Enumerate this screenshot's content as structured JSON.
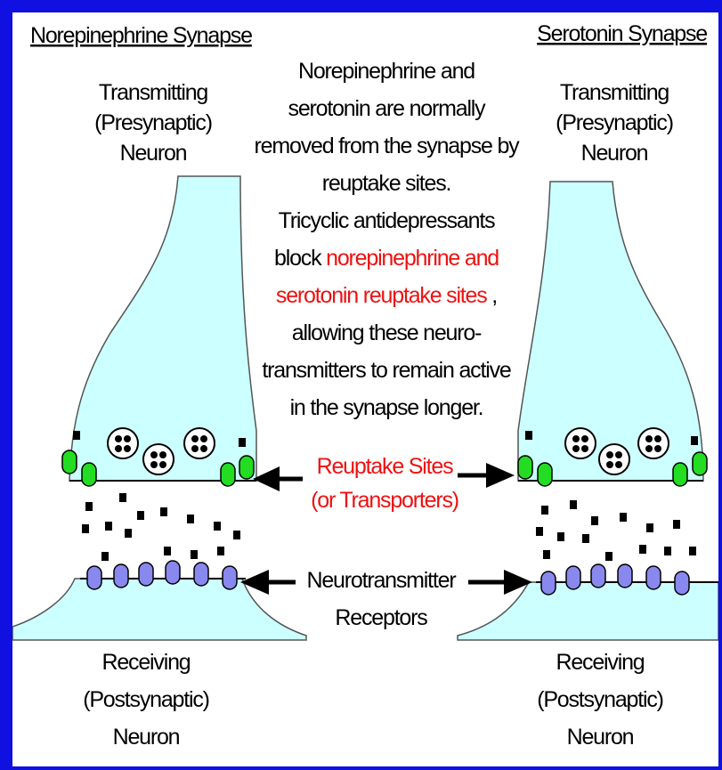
{
  "titles": {
    "left": "Norepinephrine Synapse",
    "right": "Serotonin Synapse"
  },
  "left_neuron": {
    "top_label": [
      "Transmitting",
      "(Presynaptic)",
      "Neuron"
    ],
    "bottom_label": [
      "Receiving",
      "(Postsynaptic)",
      "Neuron"
    ]
  },
  "right_neuron": {
    "top_label": [
      "Transmitting",
      "(Presynaptic)",
      "Neuron"
    ],
    "bottom_label": [
      "Receiving",
      "(Postsynaptic)",
      "Neuron"
    ]
  },
  "explanation": {
    "line1": "Norepinephrine and",
    "line2": "serotonin are normally",
    "line3": "removed from the synapse by",
    "line4": "reuptake sites.",
    "line5": "Tricyclic antidepressants",
    "line6_prefix": "block ",
    "line6_red": "norepinephrine and",
    "line7_red": "serotonin reuptake sites",
    "line7_suffix": " ,",
    "line8": "allowing these neuro-",
    "line9": "transmitters to remain active",
    "line10": "in the synapse longer."
  },
  "reuptake_label": [
    "Reuptake Sites",
    "(or Transporters)"
  ],
  "receptor_label": [
    "Neurotransmitter",
    "Receptors"
  ],
  "colors": {
    "frame": "#1010e0",
    "neuron_fill": "#ccffff",
    "reuptake_site": "#22dd22",
    "receptor": "#8888ee",
    "highlight_text": "#ee1111"
  }
}
